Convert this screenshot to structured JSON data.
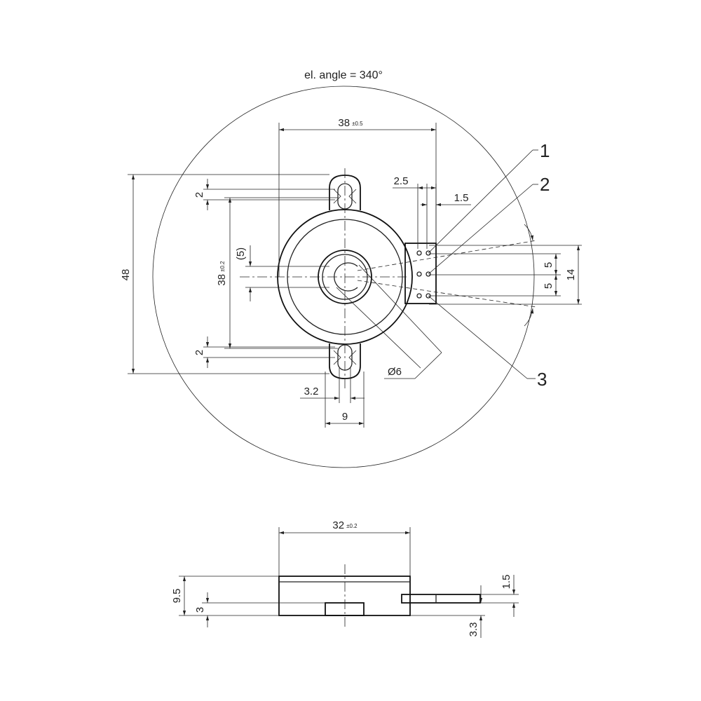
{
  "title_label": "el. angle = 340°",
  "top_view": {
    "width_dim": "38",
    "width_tol": "±0.5",
    "height_dim": "48",
    "hole_spacing_dim": "38",
    "hole_spacing_tol": "±0.2",
    "shaft_offset_dim": "(5)",
    "slot_top_dim": "2",
    "slot_bottom_dim": "2",
    "pin_pitch_a": "2.5",
    "pin_pitch_b": "1.5",
    "pin_gap_1": "5",
    "pin_gap_2": "5",
    "pin_span": "14",
    "shaft_dia": "Ø6",
    "slot_width_dim": "3.2",
    "lug_width_dim": "9"
  },
  "callouts": [
    "1",
    "2",
    "3"
  ],
  "side_view": {
    "width_dim": "32",
    "width_tol": "±0.2",
    "total_height_dim": "9.5",
    "base_height_dim": "3",
    "pin_thickness_dim": "1.5",
    "pin_height_dim": "3.3"
  }
}
